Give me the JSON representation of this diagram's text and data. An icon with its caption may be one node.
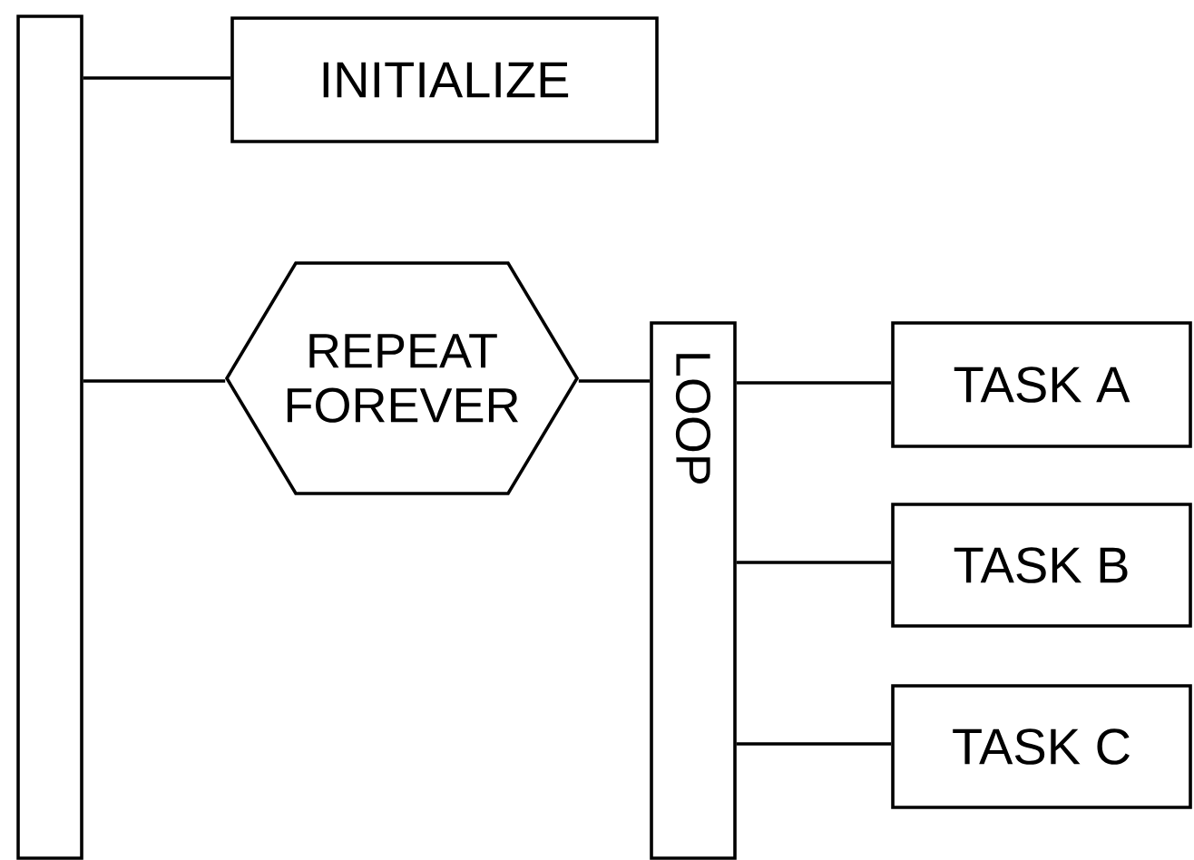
{
  "diagram": {
    "nodes": [
      {
        "text": [],
        "shape": "bar"
      },
      {
        "text": [
          "INITIALIZE"
        ]
      },
      {
        "text": [
          "REPEAT FOREVER"
        ]
      },
      {
        "text": [
          "LOOP"
        ]
      },
      {
        "text": [
          "TASK A"
        ]
      },
      {
        "text": [
          "TASK B"
        ]
      },
      {
        "text": [
          "TASK C"
        ]
      }
    ],
    "edges": [
      {
        "from": 0,
        "to": 1,
        "arrow": "none"
      },
      {
        "from": 0,
        "to": 2,
        "arrow": "none"
      },
      {
        "from": 2,
        "to": 3,
        "arrow": "none"
      },
      {
        "from": 3,
        "to": 4,
        "arrow": "none"
      },
      {
        "from": 3,
        "to": 5,
        "arrow": "none"
      },
      {
        "from": 3,
        "to": 6,
        "arrow": "none"
      }
    ]
  }
}
